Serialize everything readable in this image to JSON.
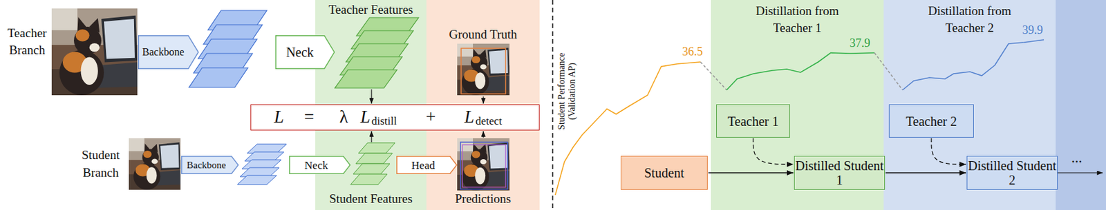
{
  "diagram": {
    "nodes": [
      {
        "text": [
          "Backbone"
        ]
      },
      {
        "text": [
          "Neck"
        ]
      },
      {
        "text": [
          "Teacher Features",
          "Student Features"
        ]
      },
      {
        "text": [
          "Ground Truth",
          "Predictions"
        ]
      },
      {
        "text": [
          "L",
          "=",
          "λ",
          "L",
          "distill",
          "+",
          "L",
          "detect"
        ]
      },
      {
        "text": [
          "Backbone"
        ]
      },
      {
        "text": [
          "Neck"
        ]
      },
      {
        "text": [
          "Head"
        ]
      },
      {
        "text": [
          "Student"
        ]
      },
      {
        "text": [
          "Distillation from Teacher 1"
        ]
      },
      {
        "text": [
          "Teacher 1"
        ],
        "in": 9
      },
      {
        "text": [
          "Distilled Student 1"
        ],
        "in": 9
      },
      {
        "text": [
          "Distillation from Teacher 2"
        ]
      },
      {
        "text": [
          "Teacher 2"
        ],
        "in": 12
      },
      {
        "text": [
          "Distilled Student 2"
        ],
        "in": 12
      }
    ],
    "edges": [
      {
        "from": 8,
        "to": 11,
        "arrow": "to"
      },
      {
        "from": 10,
        "to": 11,
        "arrow": "to"
      },
      {
        "from": 11,
        "to": 14,
        "arrow": "to"
      },
      {
        "from": 13,
        "to": 14,
        "arrow": "to"
      }
    ],
    "labels": [
      "Teacher Branch",
      "Student Branch",
      "Student Performance (Validation AP)",
      "36.5",
      "37.9",
      "39.9",
      "..."
    ]
  }
}
